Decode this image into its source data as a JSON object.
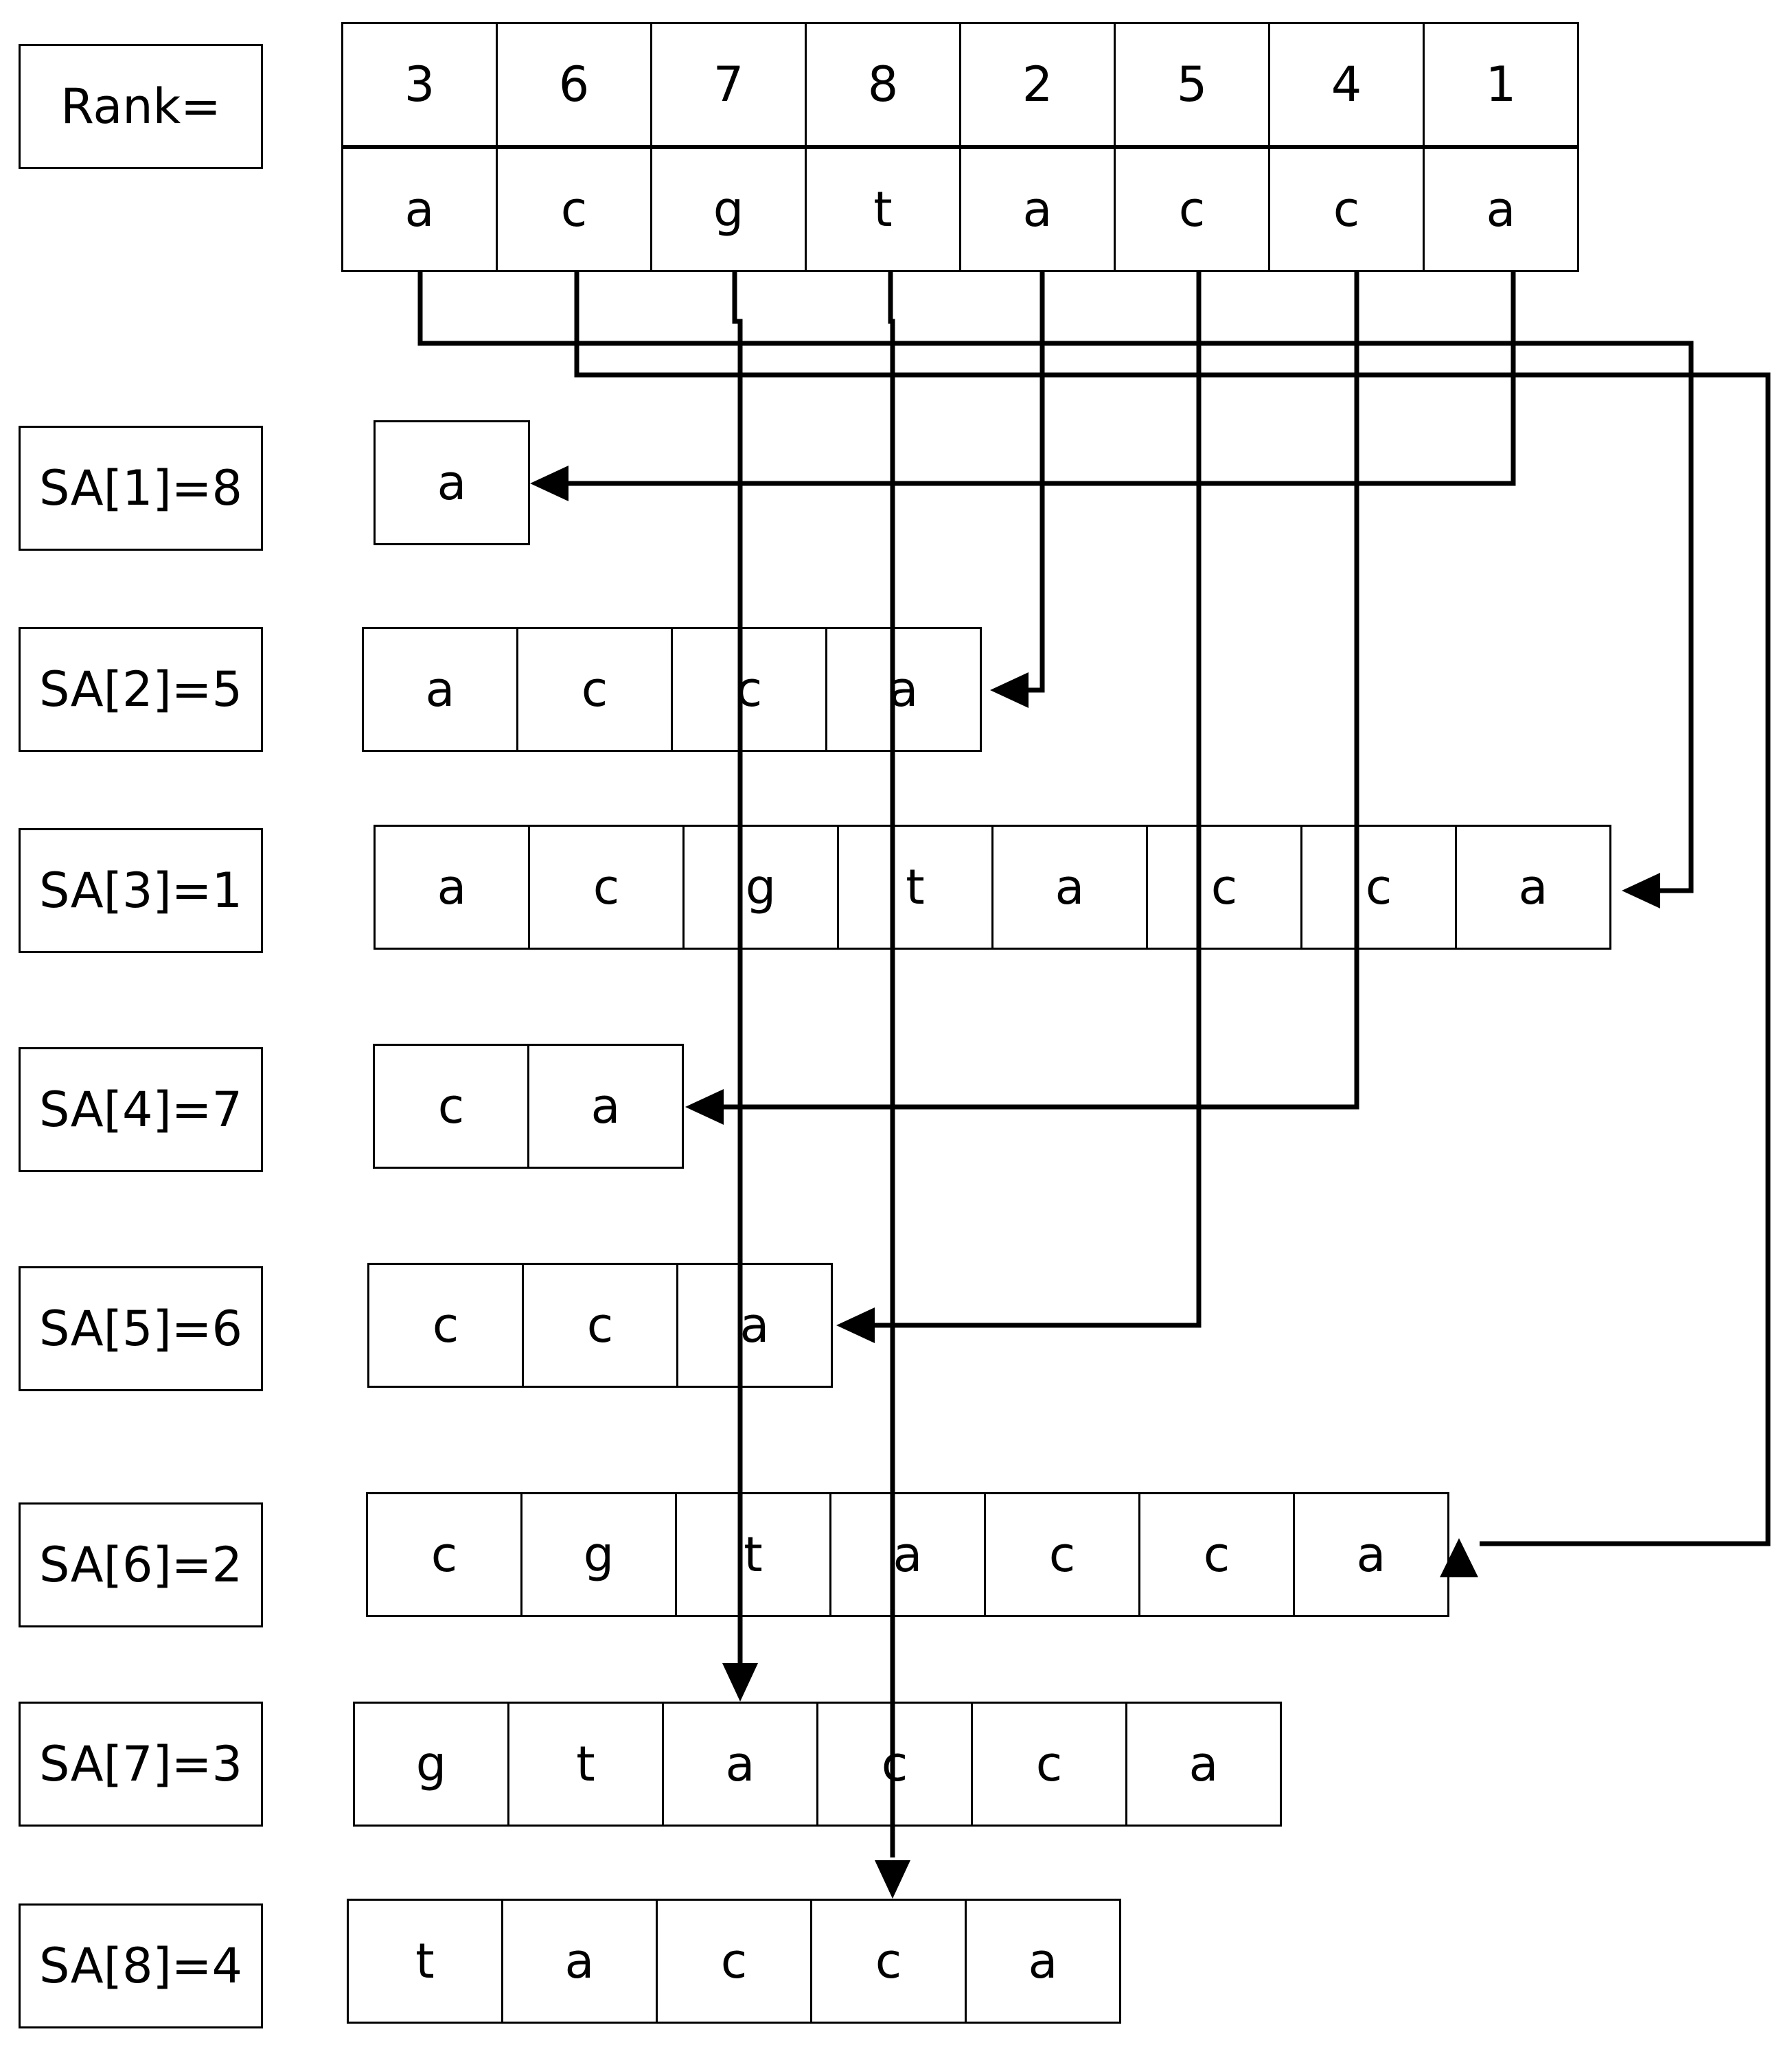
{
  "rank_label": "Rank=",
  "ranks": [
    "3",
    "6",
    "7",
    "8",
    "2",
    "5",
    "4",
    "1"
  ],
  "text": [
    "a",
    "c",
    "g",
    "t",
    "a",
    "c",
    "c",
    "a"
  ],
  "suffix_array": [
    {
      "label": "SA[1]=8",
      "suffix": [
        "a"
      ]
    },
    {
      "label": "SA[2]=5",
      "suffix": [
        "a",
        "c",
        "c",
        "a"
      ]
    },
    {
      "label": "SA[3]=1",
      "suffix": [
        "a",
        "c",
        "g",
        "t",
        "a",
        "c",
        "c",
        "a"
      ]
    },
    {
      "label": "SA[4]=7",
      "suffix": [
        "c",
        "a"
      ]
    },
    {
      "label": "SA[5]=6",
      "suffix": [
        "c",
        "c",
        "a"
      ]
    },
    {
      "label": "SA[6]=2",
      "suffix": [
        "c",
        "g",
        "t",
        "a",
        "c",
        "c",
        "a"
      ]
    },
    {
      "label": "SA[7]=3",
      "suffix": [
        "g",
        "t",
        "a",
        "c",
        "c",
        "a"
      ]
    },
    {
      "label": "SA[8]=4",
      "suffix": [
        "t",
        "a",
        "c",
        "c",
        "a"
      ]
    }
  ]
}
